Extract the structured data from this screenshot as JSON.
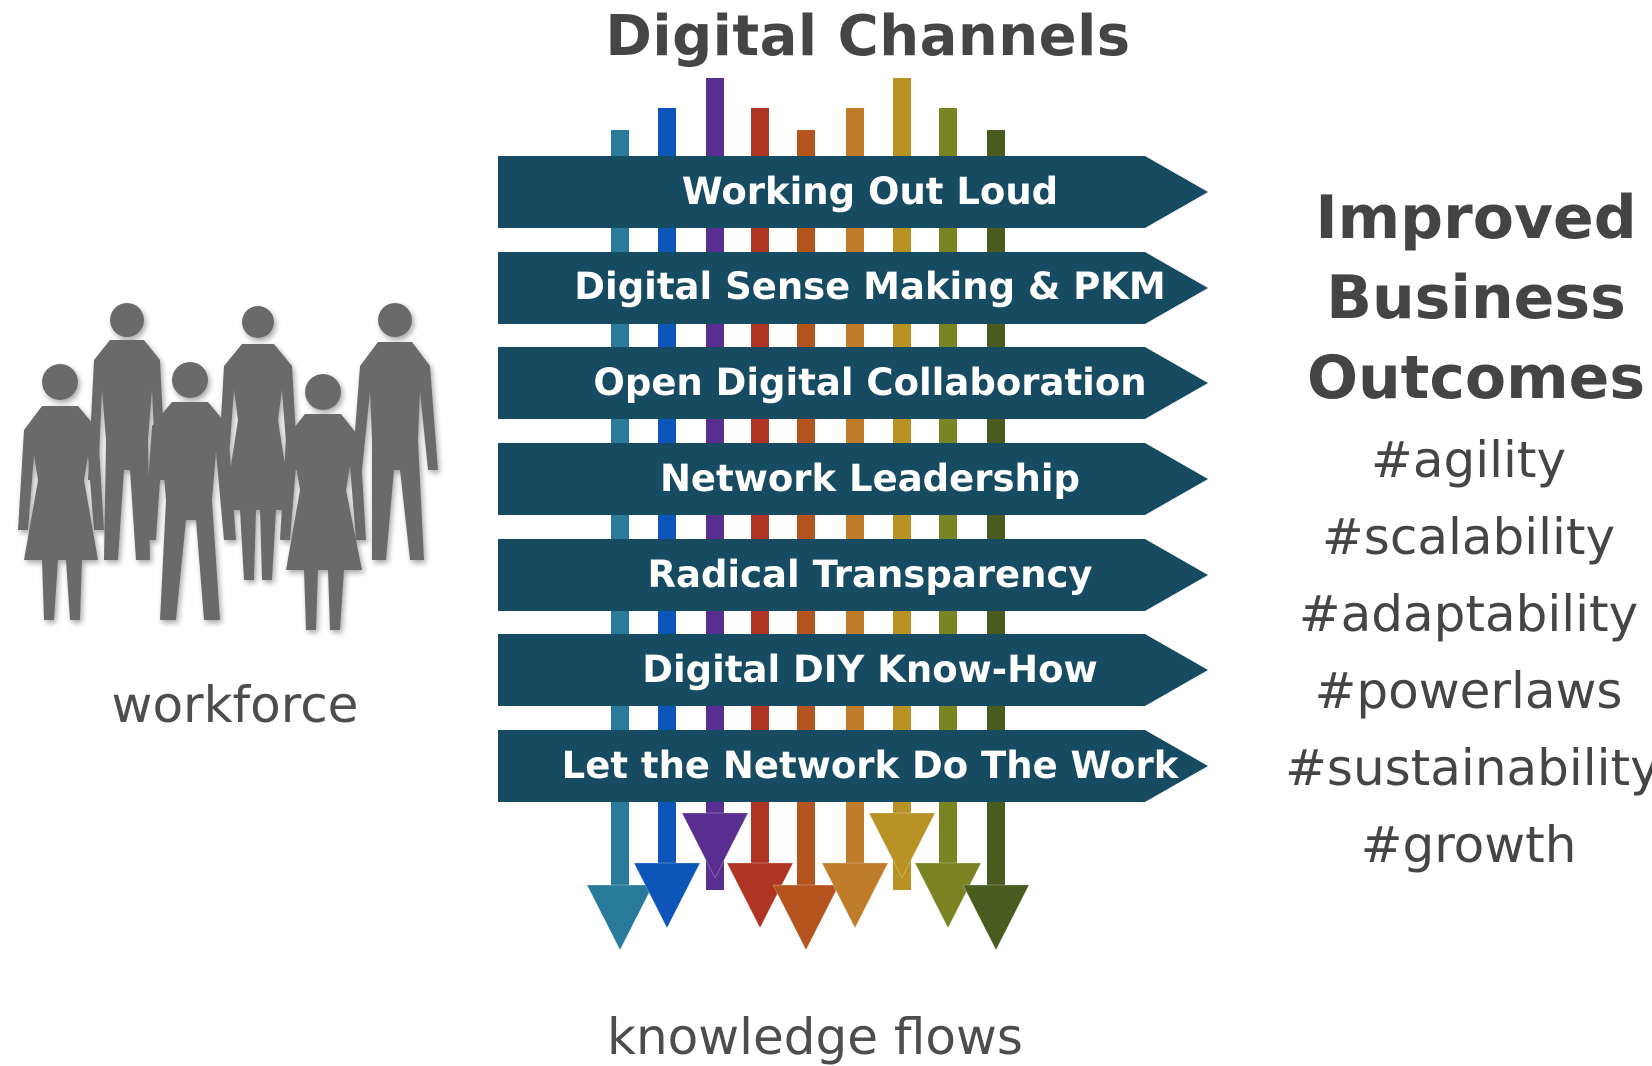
{
  "title": "Digital Channels",
  "workforce_label": "workforce",
  "flows_label": "knowledge flows",
  "outcomes": {
    "title": "Improved Business Outcomes",
    "tags": [
      "#agility",
      "#scalability",
      "#adaptability",
      "#powerlaws",
      "#sustainability",
      "#growth"
    ]
  },
  "practices": [
    "Working Out Loud",
    "Digital Sense Making & PKM",
    "Open Digital Collaboration",
    "Network Leadership",
    "Radical Transparency",
    "Digital DIY Know-How",
    "Let the Network Do The Work"
  ],
  "colors": {
    "banner": "#174b61",
    "people": "#6a6a6a",
    "text": "#454545",
    "channels": [
      "#2a7b9b",
      "#0d55b8",
      "#5a2d90",
      "#b03424",
      "#b5541e",
      "#c07c28",
      "#b99226",
      "#7a8423",
      "#485c20"
    ]
  }
}
